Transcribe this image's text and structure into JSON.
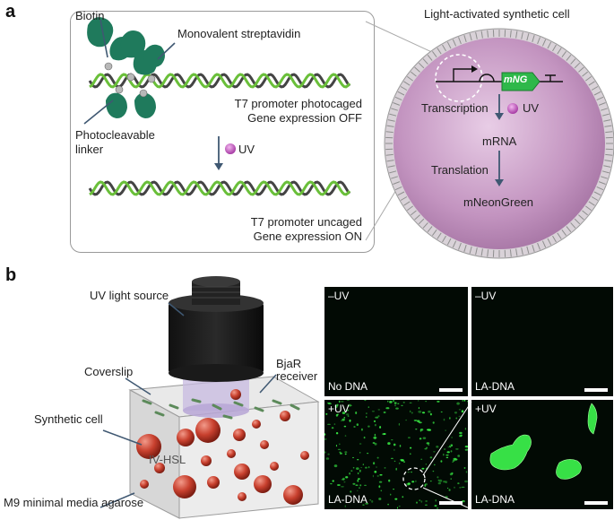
{
  "panel_a": {
    "letter": "a",
    "biotin": "Biotin",
    "monovalent_streptavidin": "Monovalent streptavidin",
    "photocleavable_line1": "Photocleavable",
    "photocleavable_line2": "linker",
    "caged_line1": "T7 promoter photocaged",
    "caged_line2": "Gene expression OFF",
    "uv_label": "UV",
    "uncaged_line1": "T7 promoter uncaged",
    "uncaged_line2": "Gene expression ON",
    "cell_title": "Light-activated synthetic cell",
    "gene_label": "mNG",
    "transcription": "Transcription",
    "cell_uv": "UV",
    "mrna": "mRNA",
    "translation": "Translation",
    "protein": "mNeonGreen"
  },
  "panel_b": {
    "letter": "b",
    "uv_source": "UV light source",
    "coverslip": "Coverslip",
    "bjar_line1": "BjaR",
    "bjar_line2": "receiver",
    "synthetic_cell": "Synthetic cell",
    "iv_hsl": "IV-HSL",
    "agarose": "M9 minimal media agarose"
  },
  "micrographs": [
    {
      "top": "–UV",
      "bottom": "No DNA"
    },
    {
      "top": "–UV",
      "bottom": "LA-DNA"
    },
    {
      "top": "+UV",
      "bottom": "LA-DNA"
    },
    {
      "top": "+UV",
      "bottom": "LA-DNA"
    }
  ],
  "colors": {
    "streptavidin": "#1f7a5c",
    "dna_green": "#6abf3a",
    "dna_dark": "#444444",
    "cell_purple": "#c89ac4",
    "cell_red": "#c0392b",
    "fluor_green": "#3dff4a"
  }
}
